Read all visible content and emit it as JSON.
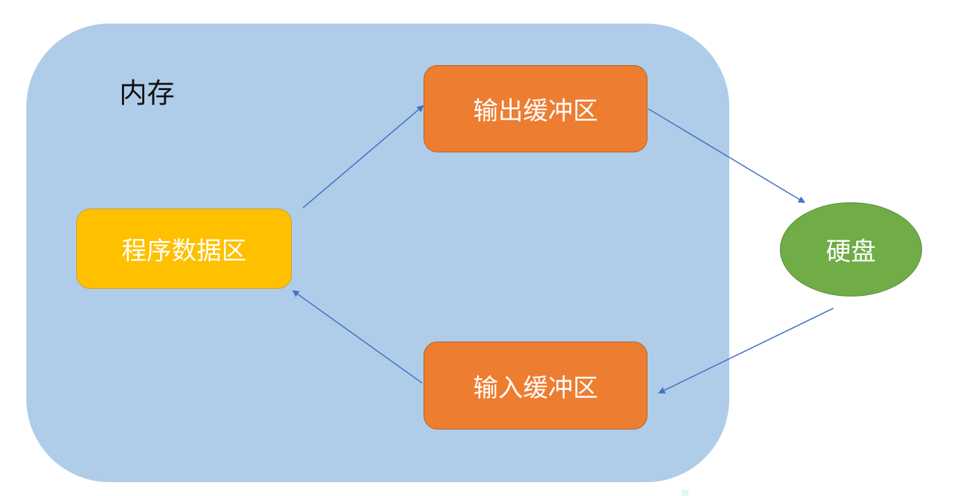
{
  "diagram": {
    "memory": {
      "label": "内存",
      "color": "#afcde9"
    },
    "program_area": {
      "label": "程序数据区",
      "color": "#ffc000"
    },
    "output_buffer": {
      "label": "输出缓冲区",
      "color": "#ed7d31"
    },
    "input_buffer": {
      "label": "输入缓冲区",
      "color": "#ed7d31"
    },
    "disk": {
      "label": "硬盘",
      "color": "#70ad47"
    },
    "arrow_color": "#4472c4"
  }
}
